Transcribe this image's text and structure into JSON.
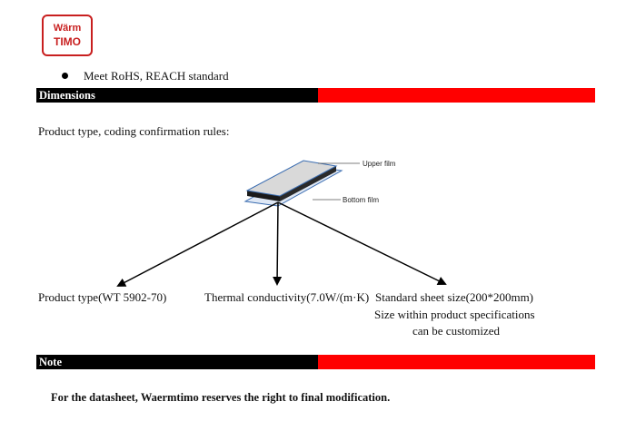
{
  "logo": {
    "line1": "Wärm",
    "line2": "TIMO"
  },
  "features": [
    {
      "text": "Meet RoHS, REACH standard"
    }
  ],
  "sections": {
    "dimensions": {
      "title": "Dimensions"
    },
    "note": {
      "title": "Note"
    }
  },
  "intro": "Product type, coding confirmation rules:",
  "diagram": {
    "upper_label": "Upper film",
    "bottom_label": "Bottom film"
  },
  "captions": {
    "product_type": "Product type(WT 5902-70)",
    "thermal": "Thermal conductivity(7.0W/(m·K)",
    "sheet_line1": "Standard sheet size(200*200mm)",
    "sheet_line2": "Size within product specifications",
    "sheet_line3": "can be customized"
  },
  "note_text": "For the datasheet, Waermtimo reserves the right to final modification.",
  "colors": {
    "accent_red": "#ff0000",
    "bar_black": "#000000",
    "logo_red": "#c81f1f"
  }
}
